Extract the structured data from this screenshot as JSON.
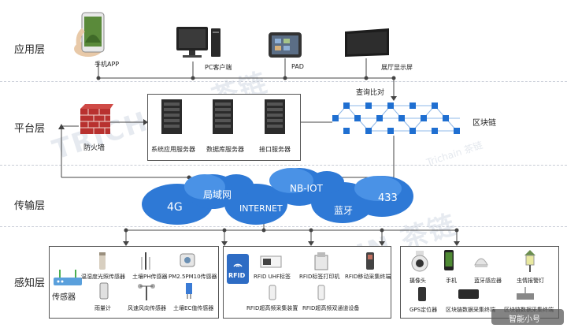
{
  "layers": {
    "application": "应用层",
    "platform": "平台层",
    "transport": "传输层",
    "perception": "感知层"
  },
  "application": {
    "mobile_app": "手机APP",
    "pc_client": "PC客户端",
    "pad": "PAD",
    "display": "展厅显示屏",
    "query_compare": "查询比对"
  },
  "platform": {
    "firewall": "防火墙",
    "servers": [
      "系统应用服务器",
      "数据库服务器",
      "接口服务器"
    ],
    "blockchain": "区块链"
  },
  "transport": {
    "networks": [
      "4G",
      "局域网",
      "INTERNET",
      "NB-IOT",
      "蓝牙",
      "433"
    ]
  },
  "perception": {
    "sensor_label": "传感器",
    "sensors": [
      "温湿度光照传感器",
      "土壤PH传感器",
      "PM2.5PM10传感器",
      "雨量计",
      "风速风向传感器",
      "土壤EC值传感器"
    ],
    "rfid_badge": "RFID",
    "rfid_items": [
      "RFID UHF标签",
      "RFID标签打印机",
      "RFID移动采集终端",
      "RFID超高频采集装置",
      "RFID超高频双通道设备"
    ],
    "other_devices": [
      "摄像头",
      "手机",
      "蓝牙感应器",
      "虫情报警灯",
      "GPS定位器",
      "区块链数据采集终端",
      "区块链数据采集终端"
    ]
  },
  "watermark": "Trichain 茶链",
  "corner_badge": "智能小号"
}
